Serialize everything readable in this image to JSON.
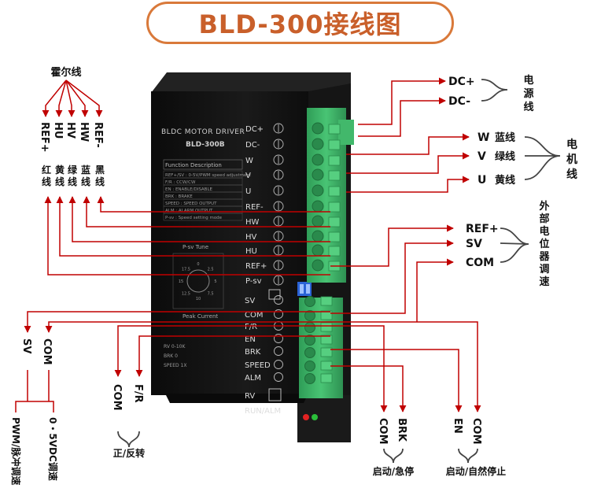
{
  "title": "BLD-300接线图",
  "device": {
    "brand_line": "BLDC MOTOR DRIVER",
    "model": "BLD-300B",
    "function_heading": "Function Description",
    "function_rows": [
      "REF+/SV  : 0-5V/PWM speed adjustment",
      "F/R  : CCW/CW",
      "EN  : ENABLE/DISABLE",
      "BRK  : BRAKE",
      "SPEED  : SPEED OUTPUT",
      "ALM  : ALARM OUTPUT",
      "P-sv  : Speed setting mode"
    ],
    "psv_tune": "P-sv Tune",
    "dial_ticks": [
      "0",
      "2.5",
      "5",
      "7.5",
      "10",
      "12.5",
      "15",
      "17.5"
    ],
    "peak_current": "Peak Current",
    "side_rows": [
      "RV  0-10K",
      "BRK  0",
      "SPEED 1X"
    ]
  },
  "terminals_top": [
    "DC+",
    "DC-",
    "W",
    "V",
    "U",
    "REF-",
    "HW",
    "HV",
    "HU",
    "REF+",
    "P-sv"
  ],
  "terminals_bottom": [
    "SV",
    "COM",
    "F/R",
    "EN",
    "BRK",
    "SPEED",
    "ALM",
    "RV",
    "RUN/ALM"
  ],
  "hall": {
    "group_label": "霍尔线",
    "signals": [
      "REF+",
      "HU",
      "HV",
      "HW",
      "REF-"
    ],
    "colors": [
      "红线",
      "黄线",
      "绿线",
      "蓝线",
      "黑线"
    ]
  },
  "power": {
    "labels": [
      "DC+",
      "DC-"
    ],
    "group_label": "电源线"
  },
  "motor": {
    "phases": [
      "W",
      "V",
      "U"
    ],
    "colors": [
      "蓝线",
      "绿线",
      "黄线"
    ],
    "group_label": "电机线"
  },
  "potentiometer": {
    "labels": [
      "REF+",
      "SV",
      "COM"
    ],
    "group_label": "外部电位器调速"
  },
  "speed_in": {
    "labels": [
      "SV",
      "COM"
    ],
    "left_label": "PWM/脉冲调速",
    "right_label": "0・5VDC调速"
  },
  "direction": {
    "labels": [
      "COM",
      "F/R"
    ],
    "caption": "正/反转"
  },
  "brake": {
    "labels": [
      "COM",
      "BRK"
    ],
    "caption": "启动/急停"
  },
  "enable": {
    "labels": [
      "EN",
      "COM"
    ],
    "caption": "启动/自然停止"
  },
  "colors": {
    "accent": "#c95f2a",
    "wire": "#c00000",
    "terminal_green": "#3fb86a",
    "body_black": "#111111"
  }
}
